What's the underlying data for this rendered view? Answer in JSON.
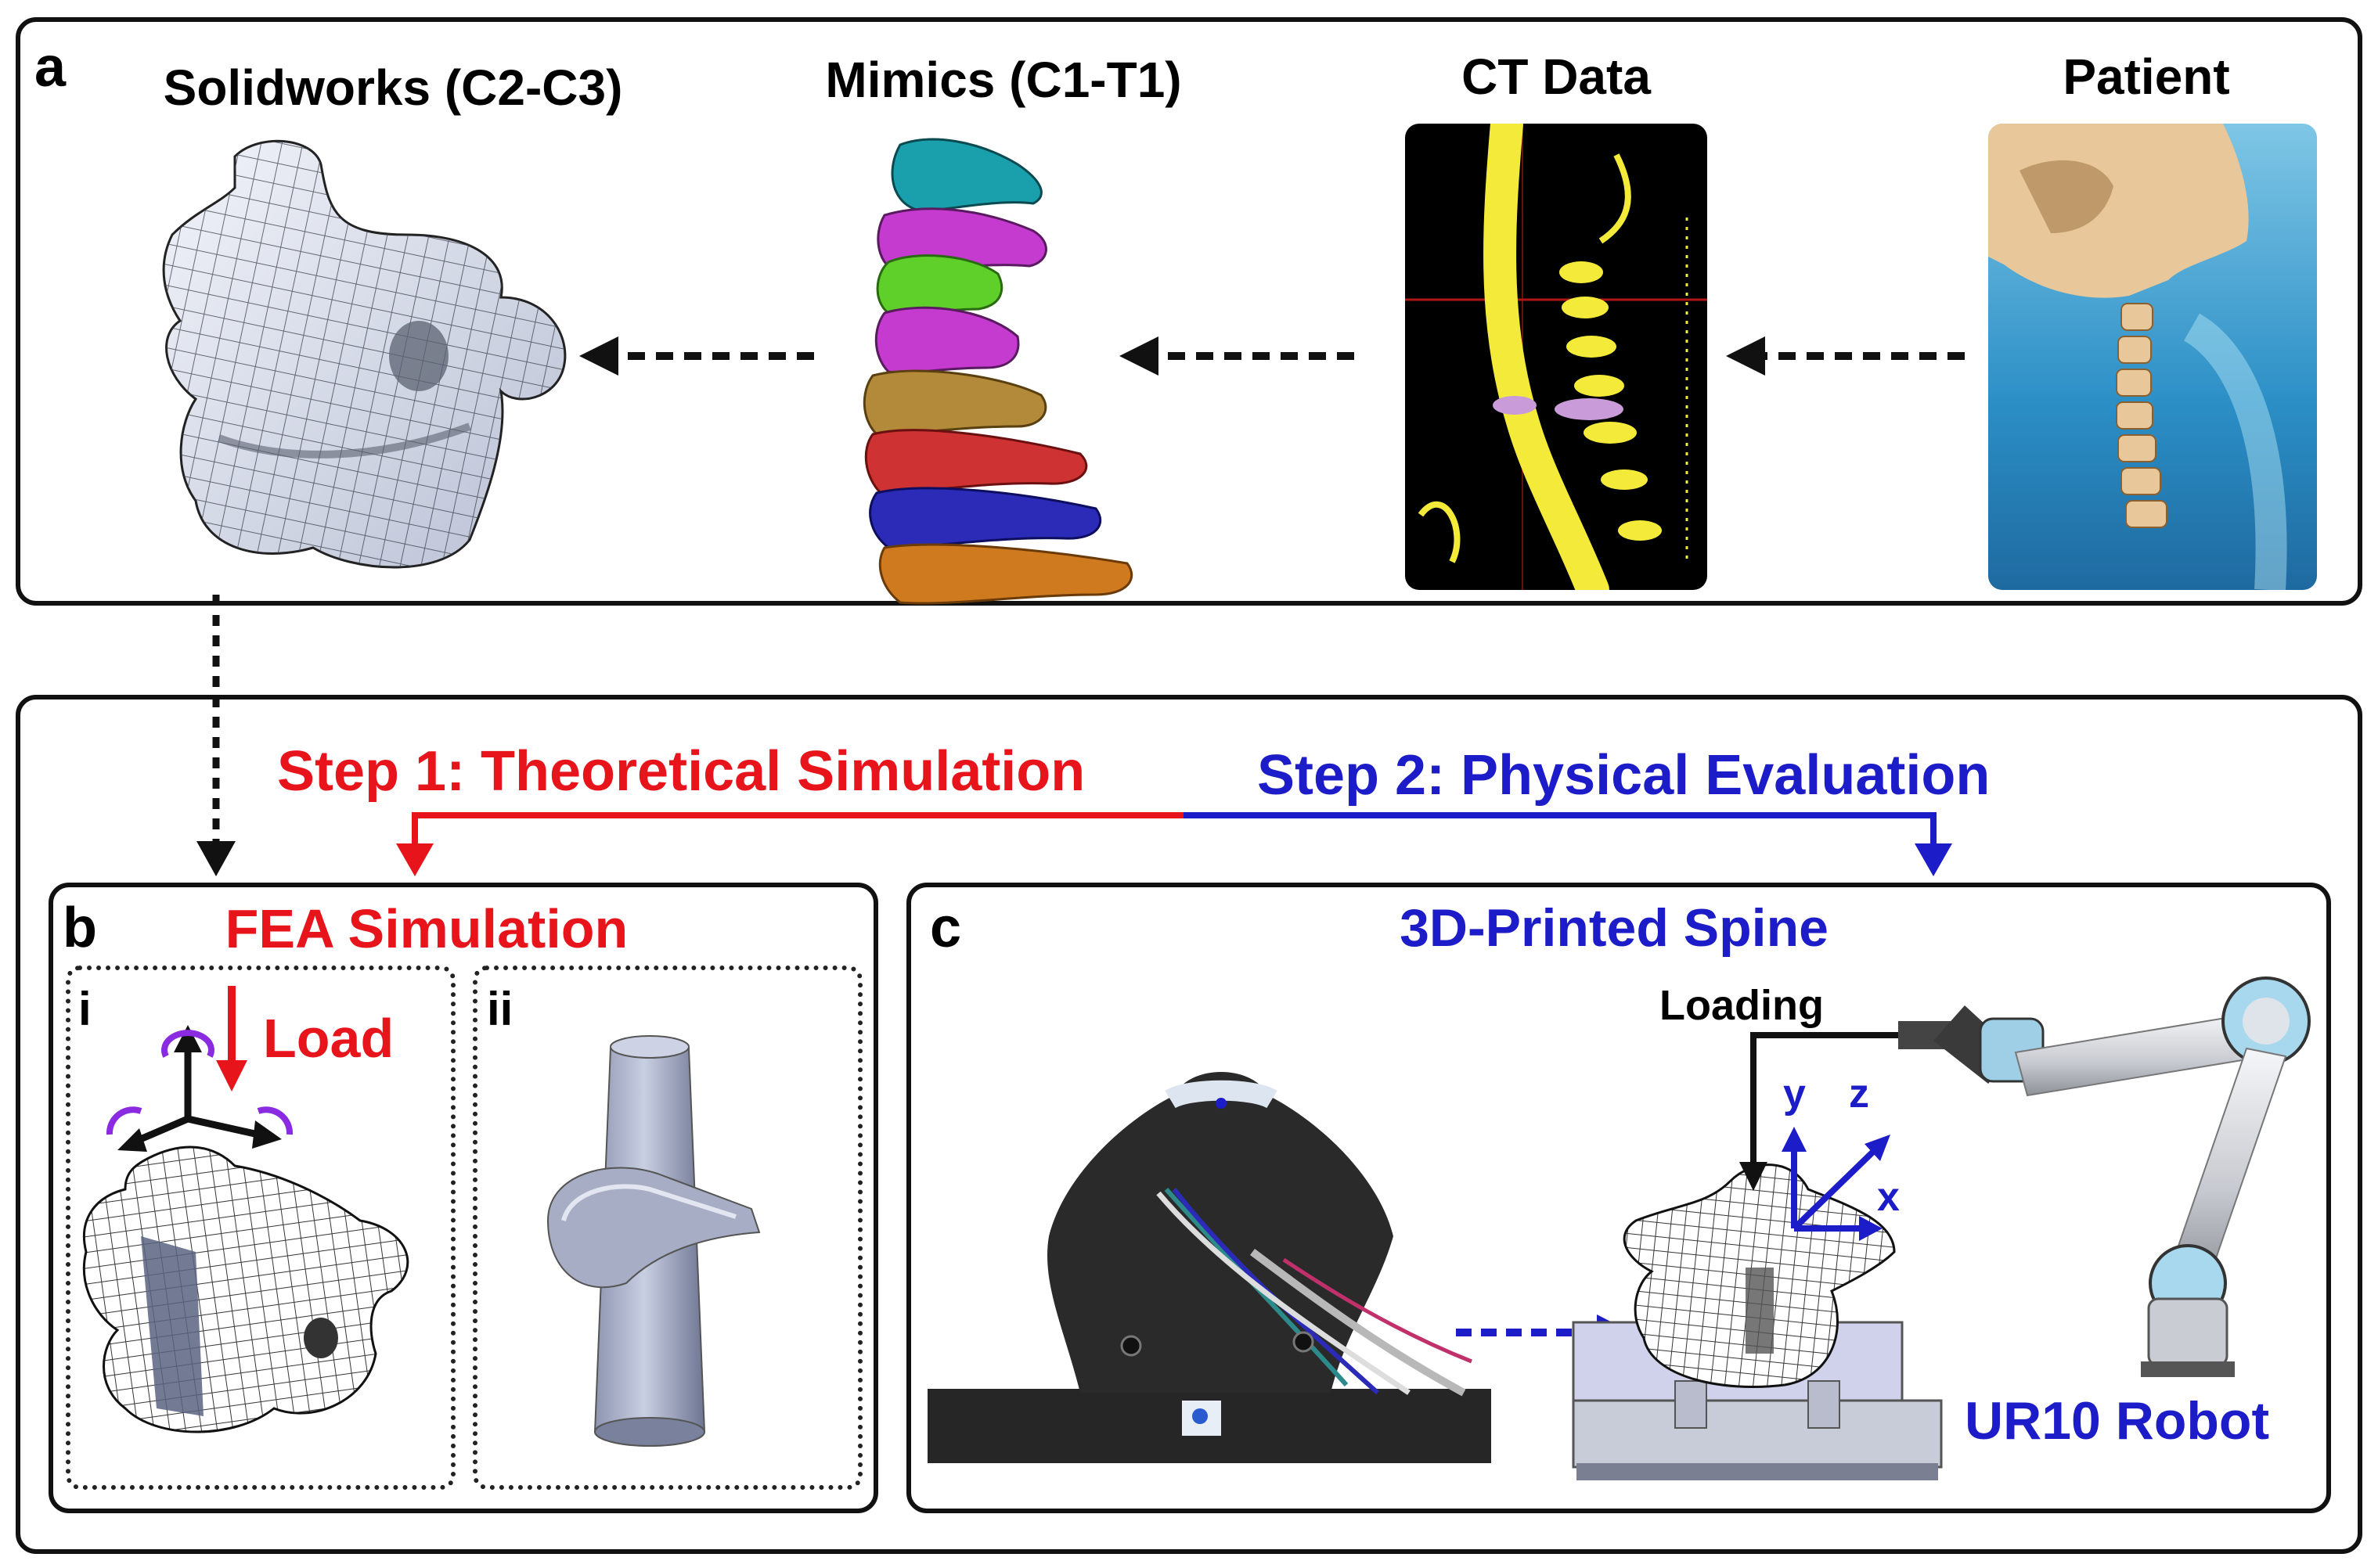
{
  "panel_a": {
    "letter": "a",
    "stages": [
      {
        "label": "Solidworks (C2-C3)"
      },
      {
        "label": "Mimics (C1-T1)"
      },
      {
        "label": "CT Data"
      },
      {
        "label": "Patient"
      }
    ]
  },
  "steps": {
    "step1": "Step 1: Theoretical Simulation",
    "step2": "Step 2: Physical Evaluation"
  },
  "panel_b": {
    "letter": "b",
    "title": "FEA Simulation",
    "sub_i": "i",
    "sub_ii": "ii",
    "load_label": "Load"
  },
  "panel_c": {
    "letter": "c",
    "title": "3D-Printed Spine",
    "loading_label": "Loading",
    "axes": {
      "y": "y",
      "z": "z",
      "x": "x"
    },
    "robot_label": "UR10 Robot"
  },
  "colors": {
    "step1": "#e8141c",
    "step2": "#1c1cc8",
    "frame": "#111111"
  }
}
